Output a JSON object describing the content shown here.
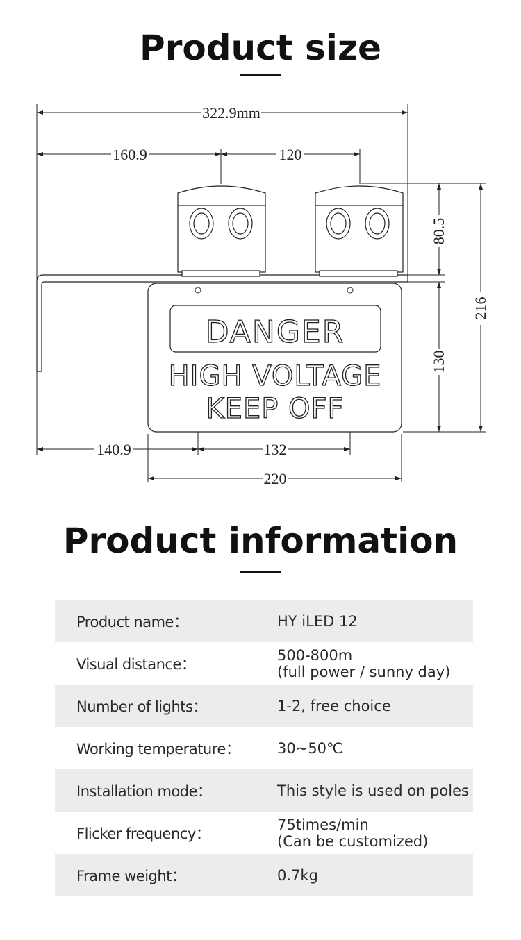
{
  "size_section": {
    "title": "Product size",
    "dims": {
      "total_width": "322.9mm",
      "left_offset": "160.9",
      "lamp_spacing": "120",
      "lamp_height": "80.5",
      "total_height": "216",
      "left_bottom": "140.9",
      "hole_spacing": "132",
      "plate_height": "130",
      "plate_width": "220"
    },
    "sign": {
      "line1": "DANGER",
      "line2": "HIGH VOLTAGE",
      "line3": "KEEP OFF"
    }
  },
  "info_section": {
    "title": "Product information",
    "rows": [
      {
        "label": "Product name：",
        "value": "HY iLED 12",
        "value2": ""
      },
      {
        "label": "Visual distance：",
        "value": "500-800m",
        "value2": "(full power / sunny day)"
      },
      {
        "label": "Number of lights：",
        "value": "1-2, free choice",
        "value2": ""
      },
      {
        "label": "Working temperature：",
        "value": "30~50℃",
        "value2": ""
      },
      {
        "label": "Installation mode：",
        "value": "This style is used on poles",
        "value2": ""
      },
      {
        "label": "Flicker frequency：",
        "value": "75times/min",
        "value2": "(Can be customized)"
      },
      {
        "label": "Frame weight：",
        "value": "0.7kg",
        "value2": ""
      }
    ]
  }
}
